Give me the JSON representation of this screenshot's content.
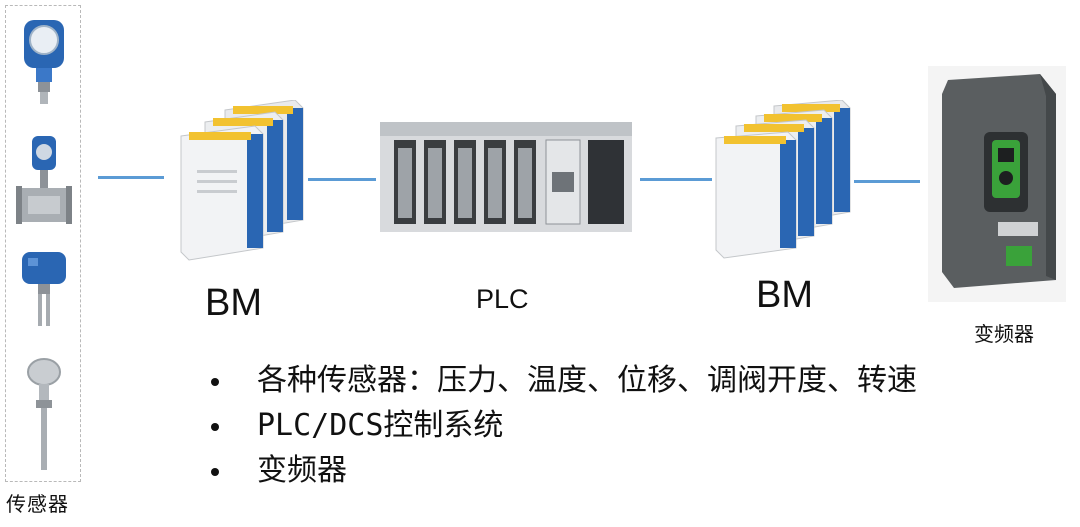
{
  "sensors": {
    "caption": "传感器",
    "icons": [
      "pressure-transmitter-icon",
      "flow-meter-icon",
      "level-switch-icon",
      "temperature-probe-icon"
    ]
  },
  "flow": {
    "left_module": "BM",
    "controller": "PLC",
    "right_module": "BM",
    "drive_caption": "变频器"
  },
  "features": [
    "各种传感器：压力、温度、位移、调阀开度、转速",
    "PLC/DCS控制系统",
    "变频器"
  ],
  "colors": {
    "link": "#5b9bd5",
    "device_blue": "#2a66b3",
    "module_yellow": "#f2c230",
    "drive_grey": "#5a5e60",
    "drive_green": "#3aa23a"
  }
}
